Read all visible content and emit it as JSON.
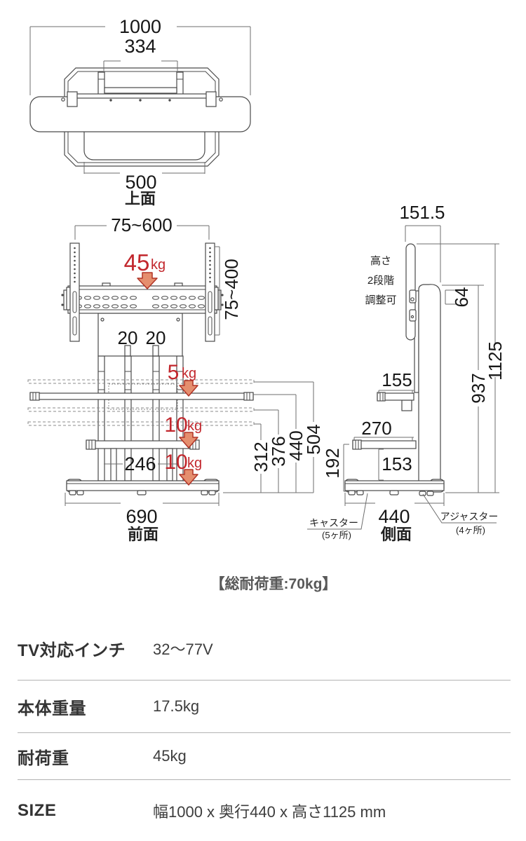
{
  "top_view": {
    "label": "上面",
    "dim_width": "1000",
    "dim_bracket": "334",
    "dim_opening": "500"
  },
  "front_view": {
    "label": "前面",
    "dim_vesa_w": "75~600",
    "dim_vesa_h": "75~400",
    "dim_post_l": "20",
    "dim_post_r": "20",
    "dim_inner": "246",
    "dim_base": "690",
    "dim_h1": "312",
    "dim_h2": "376",
    "dim_h3": "440",
    "dim_h4": "504",
    "load_tv_value": "45",
    "load_tv_unit": "kg",
    "load_top_value": "5",
    "load_top_unit": "kg",
    "load_mid_value": "10",
    "load_mid_unit": "kg",
    "load_bot_value": "10",
    "load_bot_unit": "kg"
  },
  "side_view": {
    "label": "側面",
    "dim_top_depth": "151.5",
    "dim_gap": "64",
    "dim_col_h": "937",
    "dim_total_h": "1125",
    "dim_shelf_top": "155",
    "dim_shelf_mid": "270",
    "dim_low": "153",
    "dim_clearance": "192",
    "dim_depth": "440",
    "note_lines": [
      "高さ",
      "2段階",
      "調整可"
    ],
    "caster_label": "キャスター",
    "caster_count": "(5ヶ所)",
    "adjuster_label": "アジャスター",
    "adjuster_count": "(4ヶ所)"
  },
  "total_load": "【総耐荷重:70kg】",
  "colors": {
    "red": "#c2272d",
    "arrow_fill": "#e58e6e",
    "line": "#4a4a4a"
  },
  "spec_table": {
    "rows": [
      {
        "label": "TV対応インチ",
        "value": "32〜77V"
      },
      {
        "label": "本体重量",
        "value": "17.5kg"
      },
      {
        "label": "耐荷重",
        "value": "45kg"
      },
      {
        "label": "SIZE",
        "value": "幅1000 x 奥行440 x 高さ1125 mm"
      }
    ]
  }
}
